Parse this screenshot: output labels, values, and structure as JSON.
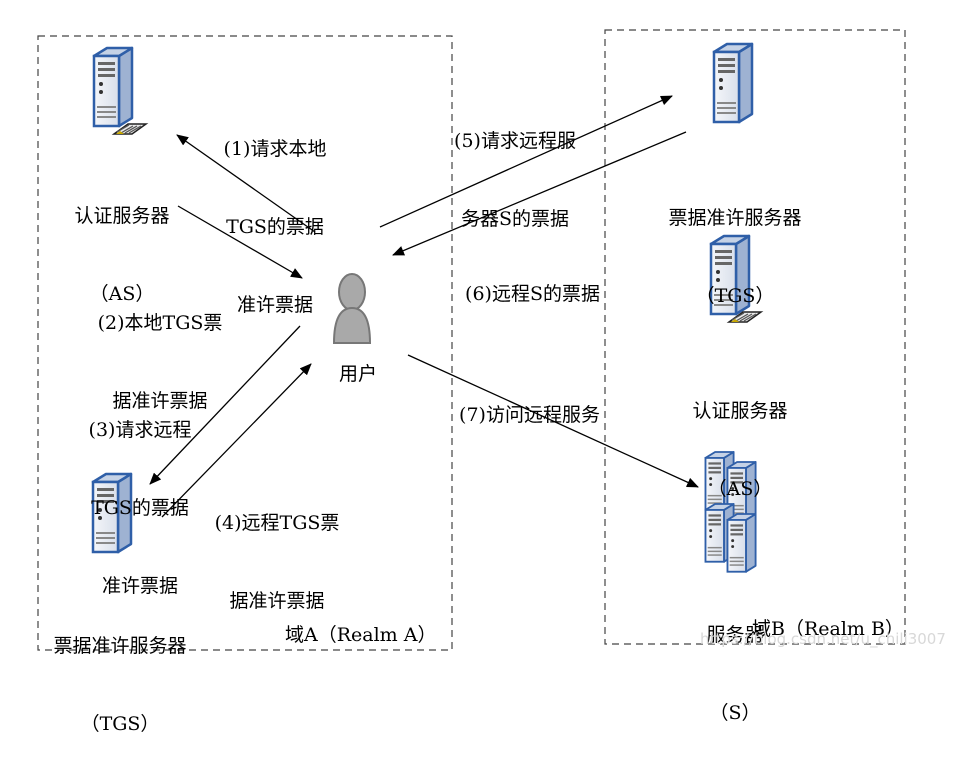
{
  "realm_a": {
    "label": "域A（Realm A）",
    "as_server": {
      "name": "认证服务器",
      "abbr": "（AS）"
    },
    "tgs_server": {
      "name": "票据准许服务器",
      "abbr": "（TGS）"
    },
    "user": {
      "name": "用户"
    }
  },
  "realm_b": {
    "label": "域B（Realm B）",
    "tgs_server": {
      "name": "票据准许服务器",
      "abbr": "（TGS）"
    },
    "as_server": {
      "name": "认证服务器",
      "abbr": "（AS）"
    },
    "service_server": {
      "name": "服务器",
      "abbr": "（S）"
    }
  },
  "steps": {
    "s1": [
      "(1)请求本地",
      "TGS的票据",
      "准许票据"
    ],
    "s2": [
      "(2)本地TGS票",
      "据准许票据"
    ],
    "s3": [
      "(3)请求远程",
      "TGS的票据",
      "准许票据"
    ],
    "s4": [
      "(4)远程TGS票",
      "据准许票据"
    ],
    "s5": [
      "(5)请求远程服",
      "务器S的票据"
    ],
    "s6": [
      "(6)远程S的票据"
    ],
    "s7": [
      "(7)访问远程服务"
    ]
  },
  "watermark": "https://blog.csdn.net/u_chili3007",
  "colors": {
    "server_blue": "#2f5fa8",
    "server_body": "#e6ebf3",
    "user_gray": "#a9a9a9",
    "border": "#444444"
  }
}
